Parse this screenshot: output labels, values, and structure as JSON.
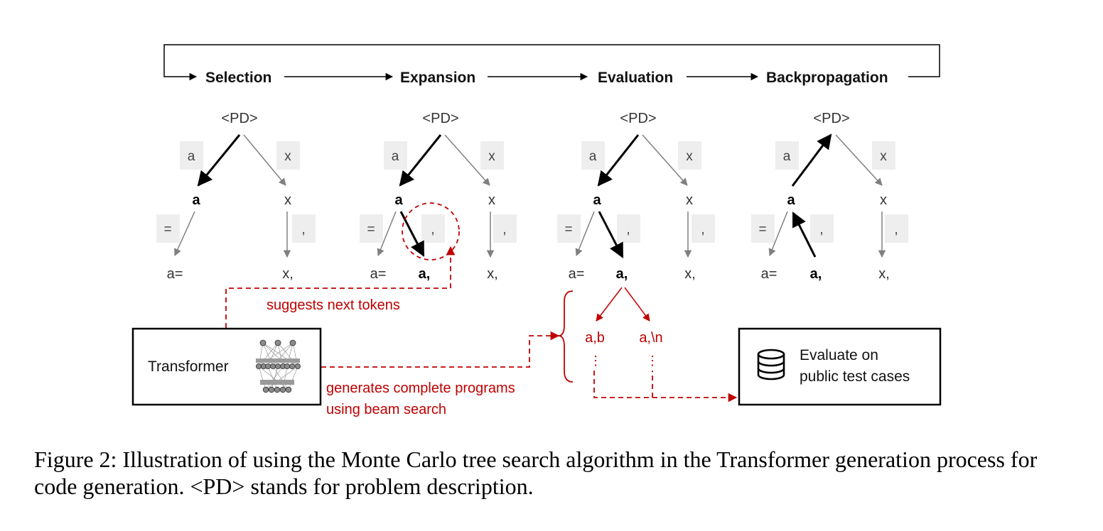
{
  "phases": [
    "Selection",
    "Expansion",
    "Evaluation",
    "Backpropagation"
  ],
  "trees": {
    "root": "<PD>",
    "edge_a": "a",
    "edge_x": "x",
    "node_a": "a",
    "node_x": "x",
    "edge_eq": "=",
    "edge_comma": ",",
    "leaf_aeq": "a=",
    "leaf_acomma": "a,",
    "leaf_xcomma": "x,"
  },
  "annotations": {
    "suggests": "suggests next tokens",
    "generates_line1": "generates complete programs",
    "generates_line2": "using beam search",
    "beam1": "a,b",
    "beam2": "a,\\n",
    "vdots": "⋮"
  },
  "boxes": {
    "transformer": "Transformer",
    "evaluate_line1": "Evaluate on",
    "evaluate_line2": "public test cases"
  },
  "icons": [
    "neural-network-icon",
    "database-icon"
  ],
  "caption": "Figure 2: Illustration of using the Monte Carlo tree search algorithm in the Transformer generation process for code generation. <PD> stands for problem description.",
  "colors": {
    "accent_red": "#c00000",
    "edge_gray": "#808080",
    "edge_black": "#000000"
  }
}
